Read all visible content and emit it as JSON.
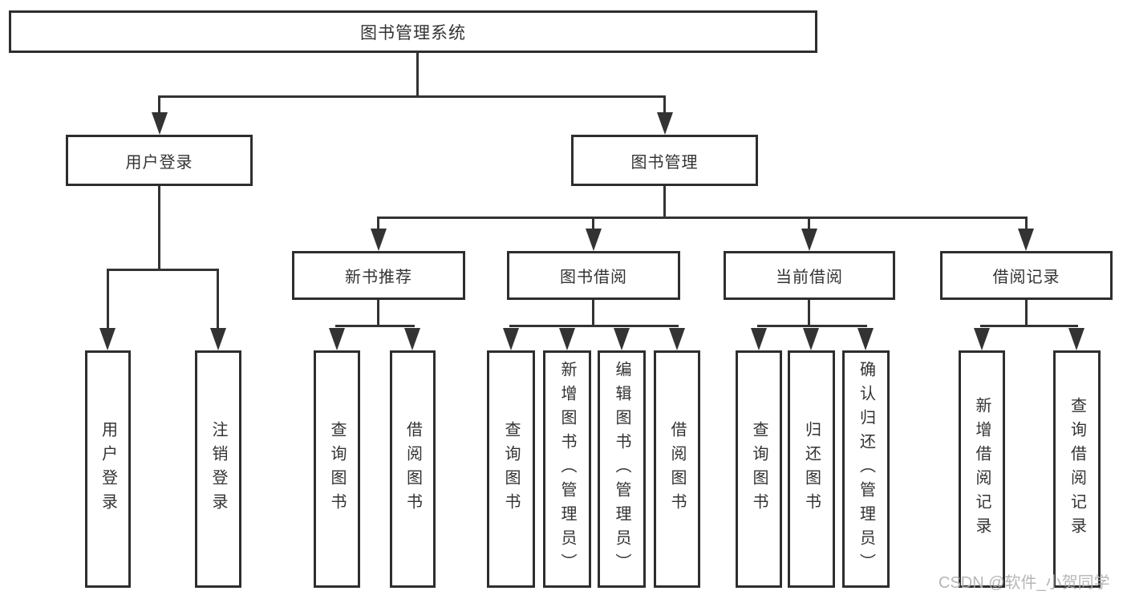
{
  "tree": {
    "root": {
      "label": "图书管理系统"
    },
    "branches": [
      {
        "label": "用户登录",
        "children": [
          {
            "label": "用户登录"
          },
          {
            "label": "注销登录"
          }
        ]
      },
      {
        "label": "图书管理",
        "children": [
          {
            "label": "新书推荐",
            "children": [
              {
                "label": "查询图书"
              },
              {
                "label": "借阅图书"
              }
            ]
          },
          {
            "label": "图书借阅",
            "children": [
              {
                "label": "查询图书"
              },
              {
                "label": "新增图书（管理员）"
              },
              {
                "label": "编辑图书（管理员）"
              },
              {
                "label": "借阅图书"
              }
            ]
          },
          {
            "label": "当前借阅",
            "children": [
              {
                "label": "查询图书"
              },
              {
                "label": "归还图书"
              },
              {
                "label": "确认归还（管理员）"
              }
            ]
          },
          {
            "label": "借阅记录",
            "children": [
              {
                "label": "新增借阅记录"
              },
              {
                "label": "查询借阅记录"
              }
            ]
          }
        ]
      }
    ]
  },
  "watermark": {
    "text": "CSDN @软件_小贺同学"
  },
  "colors": {
    "line": "#333333",
    "box_border": "#2e2e2e",
    "box_fill": "#ffffff",
    "text": "#333333",
    "watermark": "#b0b0b0",
    "background": "#ffffff"
  }
}
